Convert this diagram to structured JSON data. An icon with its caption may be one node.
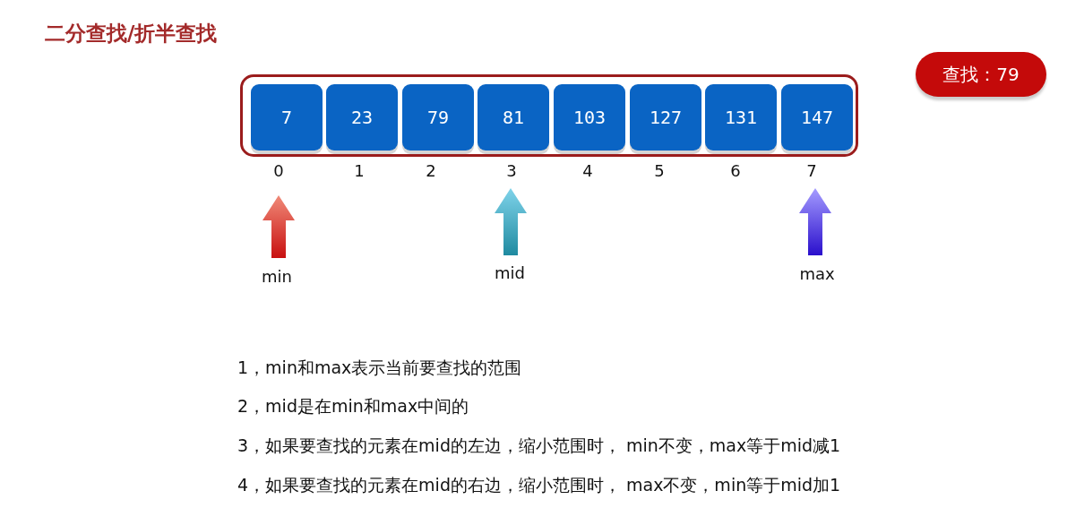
{
  "diagram": {
    "title": "二分查找/折半查找",
    "nodes": [
      {
        "text": [],
        "shape": "box"
      },
      {
        "text": [
          "7"
        ],
        "in": 0
      },
      {
        "text": [
          "23"
        ],
        "in": 0
      },
      {
        "text": [
          "79"
        ],
        "in": 0
      },
      {
        "text": [
          "81"
        ],
        "in": 0
      },
      {
        "text": [
          "103"
        ],
        "in": 0
      },
      {
        "text": [
          "127"
        ],
        "in": 0
      },
      {
        "text": [
          "131"
        ],
        "in": 0
      },
      {
        "text": [
          "147"
        ],
        "in": 0
      },
      {
        "text": [
          "查找：79"
        ]
      }
    ],
    "labels": [
      "0",
      "1",
      "2",
      "3",
      "4",
      "5",
      "6",
      "7",
      "min",
      "mid",
      "max",
      "1，min和max表示当前要查找的范围",
      "2，mid是在min和max中间的",
      "3，如果要查找的元素在mid的左边，缩小范围时， min不变，max等于mid减1",
      "4，如果要查找的元素在mid的右边，缩小范围时， max不变，min等于mid加1"
    ]
  }
}
